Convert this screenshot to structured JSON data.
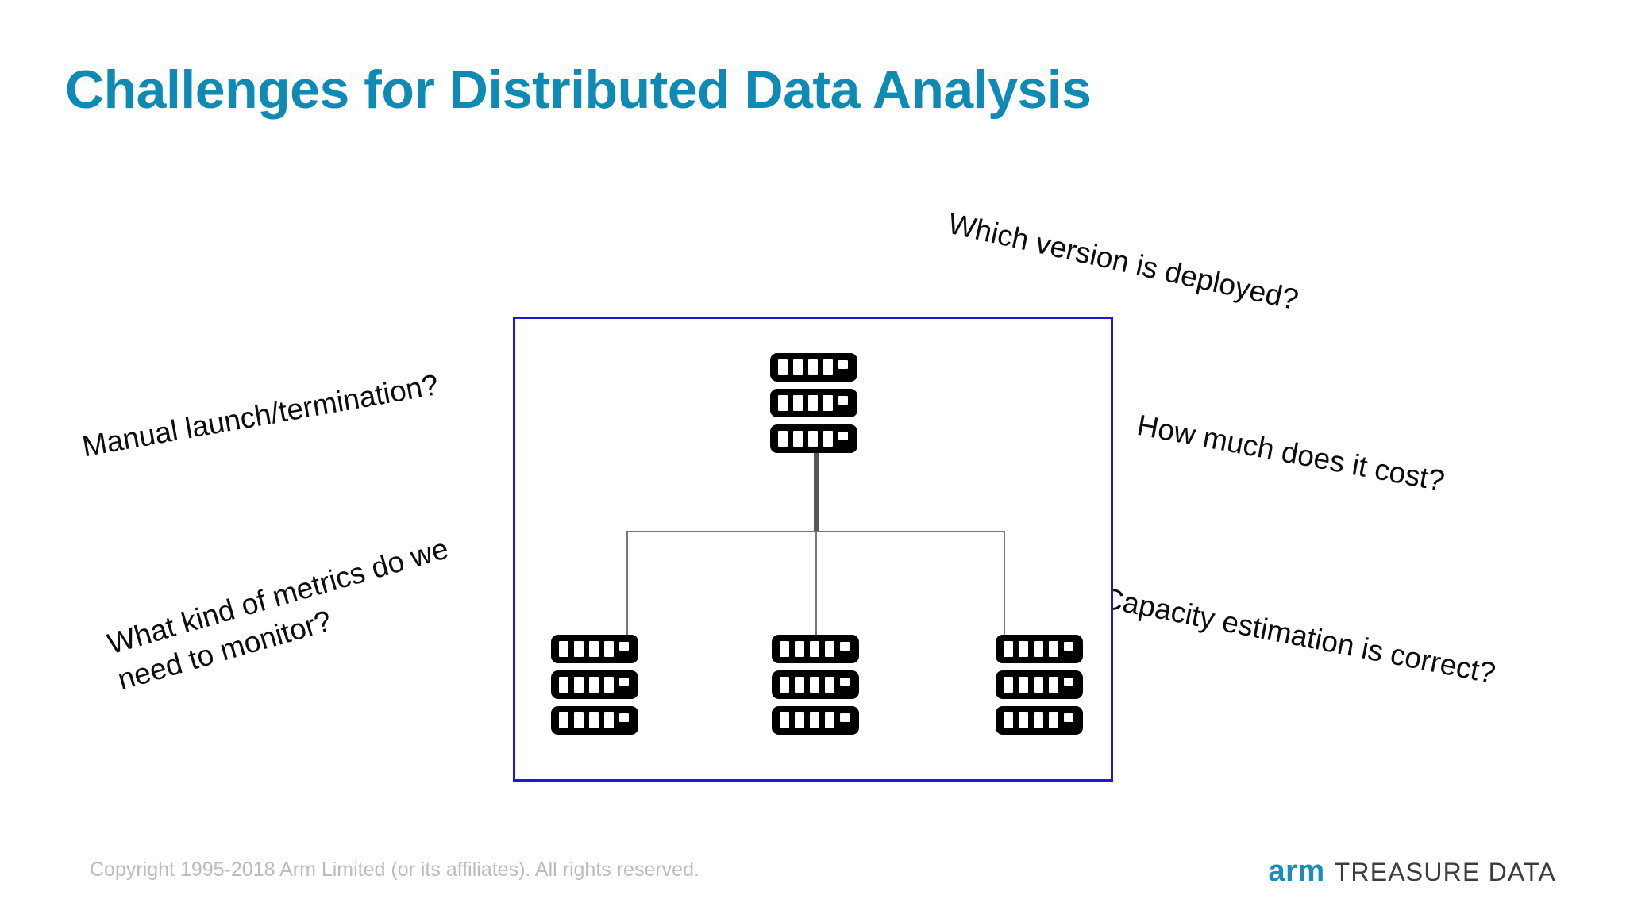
{
  "slide": {
    "title": "Challenges for Distributed Data Analysis",
    "title_color": "#0e8ab5",
    "background_color": "#ffffff"
  },
  "diagram": {
    "frame_border_color": "#2316d8",
    "connector_color": "#777777",
    "server_color": "#000000",
    "server_led_color": "#ffffff",
    "stacks": [
      {
        "name": "root-server-stack",
        "units": 3,
        "role": "master"
      },
      {
        "name": "worker-server-stack-1",
        "units": 3,
        "role": "worker"
      },
      {
        "name": "worker-server-stack-2",
        "units": 3,
        "role": "worker"
      },
      {
        "name": "worker-server-stack-3",
        "units": 3,
        "role": "worker"
      }
    ]
  },
  "annotations": [
    {
      "id": "version",
      "text": "Which version is deployed?",
      "rotation_deg": 12.5
    },
    {
      "id": "manual",
      "text": "Manual launch/termination?",
      "rotation_deg": -10
    },
    {
      "id": "cost",
      "text": "How much does it cost?",
      "rotation_deg": 10.5
    },
    {
      "id": "capacity",
      "text": "Capacity estimation is correct?",
      "rotation_deg": 11
    },
    {
      "id": "metrics",
      "line1": "What kind of metrics do we",
      "line2": "need to monitor?",
      "rotation_deg": -16
    }
  ],
  "footer": {
    "copyright": "Copyright 1995-2018 Arm Limited (or its affiliates). All rights reserved.",
    "logo_arm": "arm",
    "logo_treasure_data": "TREASURE DATA",
    "logo_arm_color": "#1a8cbb",
    "logo_text_color": "#3c3c3c"
  }
}
